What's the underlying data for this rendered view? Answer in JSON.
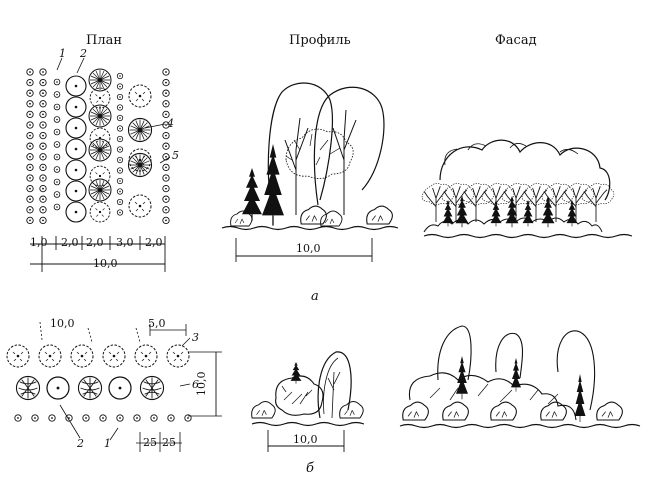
{
  "headers": {
    "plan": "План",
    "profile": "Профиль",
    "facade": "Фасад"
  },
  "variants": {
    "a": "а",
    "b": "б"
  },
  "callouts": {
    "c1": "1",
    "c2": "2",
    "c3": "3",
    "c4": "4",
    "c5": "5",
    "c6": "6",
    "c2b": "2",
    "c1b": "1"
  },
  "dimensions_a": {
    "d1": "1,0",
    "d2": "2,0",
    "d3": "2,0",
    "d4": "3,0",
    "d5": "2,0",
    "total": "10,0",
    "profile_total": "10,0"
  },
  "dimensions_b": {
    "top_left": "10,0",
    "top_right": "5,0",
    "side": "10,0",
    "s1": "25",
    "s2": "25",
    "profile_total": "10,0"
  },
  "colors": {
    "ink": "#111111",
    "paper": "#ffffff"
  }
}
